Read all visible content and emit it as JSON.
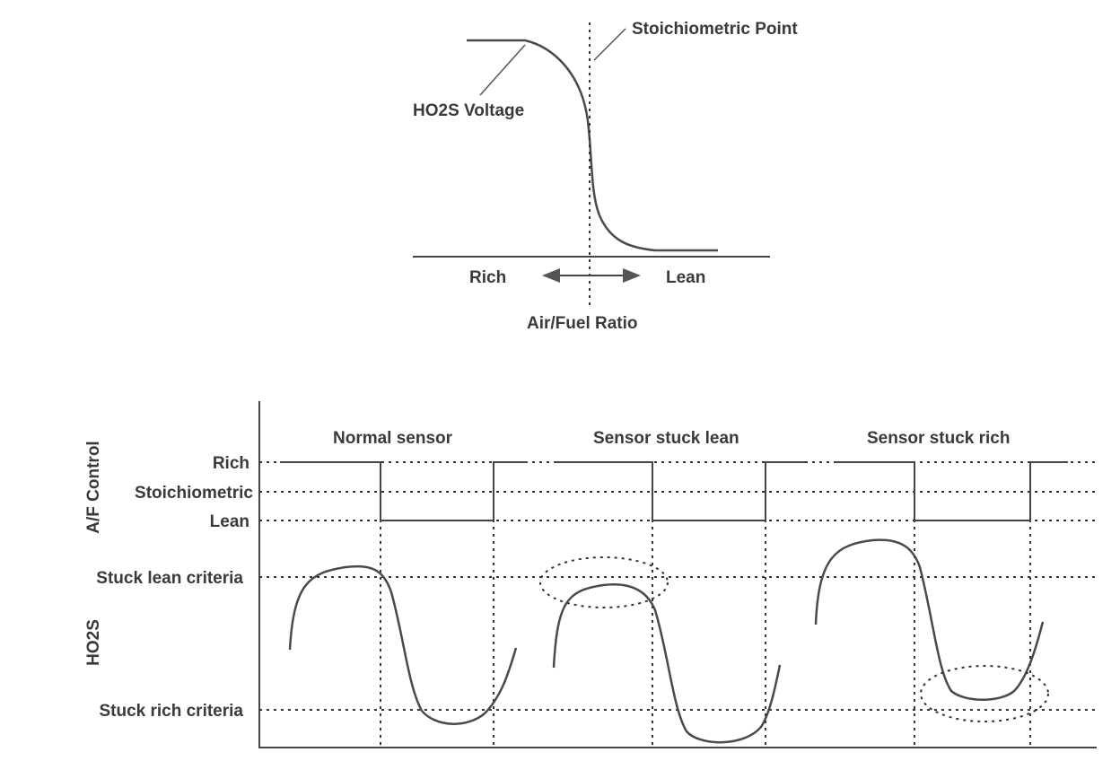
{
  "top_diagram": {
    "curve_label": "HO2S Voltage",
    "stoich_label": "Stoichiometric Point",
    "rich_label": "Rich",
    "lean_label": "Lean",
    "axis_label": "Air/Fuel Ratio"
  },
  "bottom_diagram": {
    "af_axis_title": "A/F Control",
    "ho2s_axis_title": "HO2S",
    "level_rich": "Rich",
    "level_stoich": "Stoichiometric",
    "level_lean": "Lean",
    "stuck_lean_criteria": "Stuck lean criteria",
    "stuck_rich_criteria": "Stuck rich criteria",
    "panels": [
      {
        "title": "Normal sensor"
      },
      {
        "title": "Sensor stuck lean"
      },
      {
        "title": "Sensor stuck rich"
      }
    ]
  }
}
